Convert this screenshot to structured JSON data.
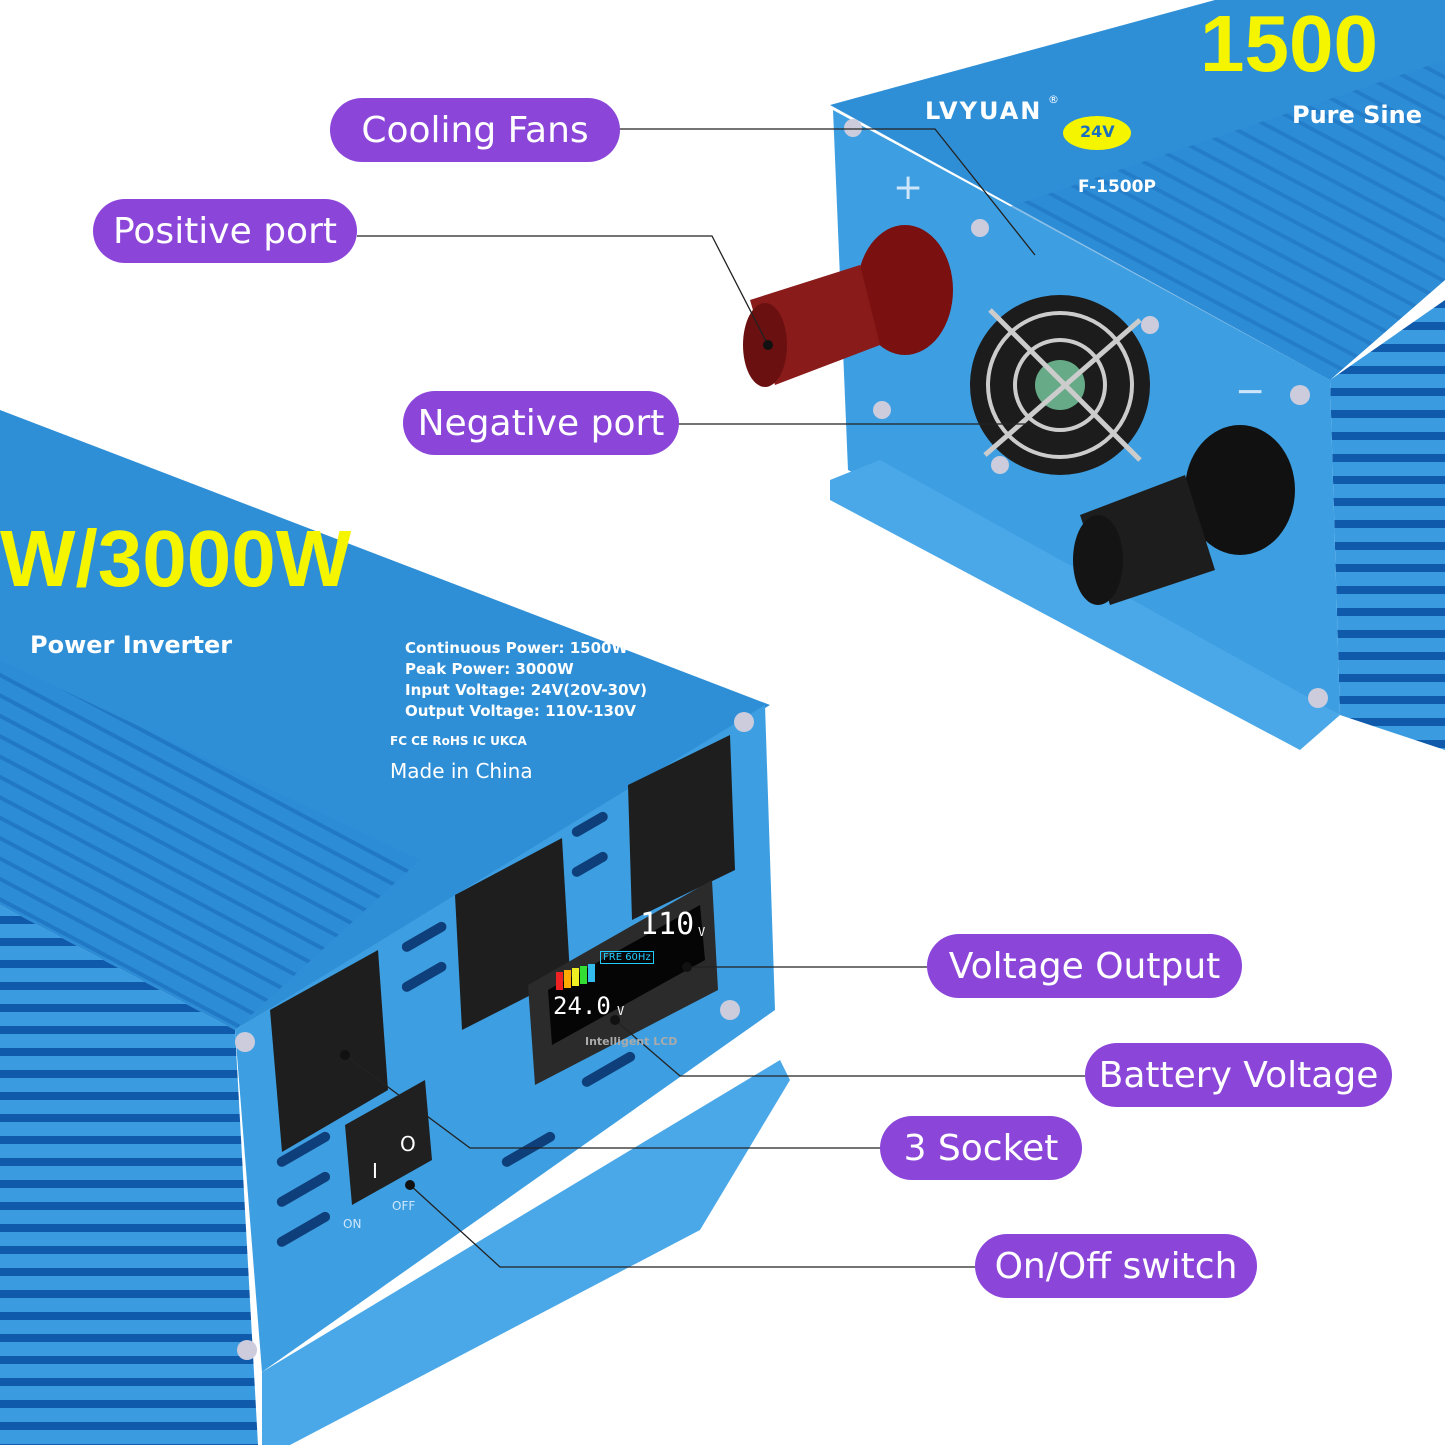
{
  "callouts": {
    "cooling_fans": "Cooling Fans",
    "positive_port": "Positive port",
    "negative_port": "Negative port",
    "voltage_output": "Voltage Output",
    "battery_voltage": "Battery Voltage",
    "socket": "3 Socket",
    "switch": "On/Off switch"
  },
  "device_back": {
    "brand": "LVYUAN",
    "registered": "®",
    "voltage_badge": "24V",
    "power": "1500",
    "subtitle": "Pure Sine",
    "model": "F-1500P",
    "plus": "+",
    "minus": "−"
  },
  "device_front": {
    "power": "W/3000W",
    "subtitle": "Power Inverter",
    "specs": [
      "Continuous Power: 1500W",
      "Peak Power: 3000W",
      "Input Voltage: 24V(20V-30V)",
      "Output Voltage: 110V-130V"
    ],
    "certs": "FC CE RoHS IC UKCA",
    "origin": "Made in China",
    "lcd": {
      "freq": "FRE 60Hz",
      "output_value": "110",
      "output_unit": "V",
      "battery_value": "24.0",
      "battery_unit": "V",
      "label": "Intelligent LCD",
      "battery_level": 1.0
    },
    "switch_on": "ON",
    "switch_off": "OFF",
    "switch_i": "I",
    "switch_o": "O"
  },
  "colors": {
    "callout": "#8b46d9",
    "body_blue": "#2f8fd6",
    "body_dark": "#1167b8",
    "label_yellow": "#f5f500"
  }
}
